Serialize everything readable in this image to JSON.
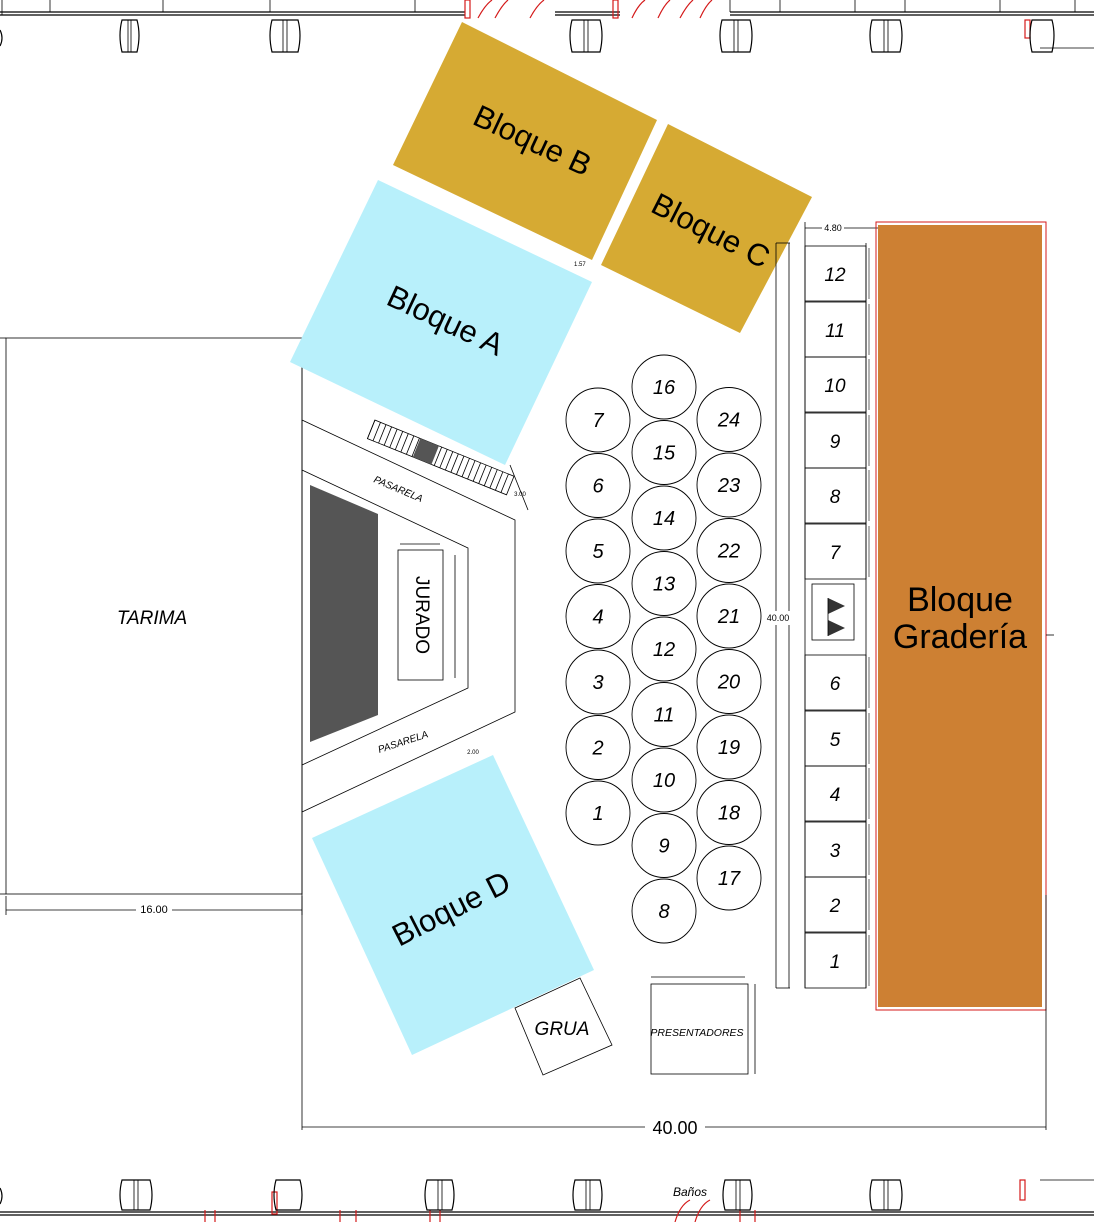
{
  "colors": {
    "block_light": "#b8f0fb",
    "block_gold": "#d6aa33",
    "block_orange": "#cd8033",
    "jurado_dark": "#555555"
  },
  "labels": {
    "block_a": "Bloque A",
    "block_b": "Bloque B",
    "block_c": "Bloque C",
    "block_d": "Bloque D",
    "graderia_line1": "Bloque",
    "graderia_line2": "Gradería",
    "tarima": "TARIMA",
    "jurado": "JURADO",
    "pasarela_top": "PASARELA",
    "pasarela_bottom": "PASARELA",
    "grua": "GRUA",
    "presentadores": "PRESENTADORES",
    "banos": "Baños"
  },
  "dimensions": {
    "bottom_width": "40.00",
    "tarima_width": "16.00",
    "side_height": "40.00",
    "graderia_width": "4.80",
    "gap_ab": "1.57",
    "pasarela_w": "3.00",
    "pasarela_gap": "2.00"
  },
  "tables": [
    {
      "n": "1"
    },
    {
      "n": "2"
    },
    {
      "n": "3"
    },
    {
      "n": "4"
    },
    {
      "n": "5"
    },
    {
      "n": "6"
    },
    {
      "n": "7"
    },
    {
      "n": "8"
    },
    {
      "n": "9"
    },
    {
      "n": "10"
    },
    {
      "n": "11"
    },
    {
      "n": "12"
    },
    {
      "n": "13"
    },
    {
      "n": "14"
    },
    {
      "n": "15"
    },
    {
      "n": "16"
    },
    {
      "n": "17"
    },
    {
      "n": "18"
    },
    {
      "n": "19"
    },
    {
      "n": "20"
    },
    {
      "n": "21"
    },
    {
      "n": "22"
    },
    {
      "n": "23"
    },
    {
      "n": "24"
    }
  ],
  "boxes": [
    {
      "n": "12"
    },
    {
      "n": "11"
    },
    {
      "n": "10"
    },
    {
      "n": "9"
    },
    {
      "n": "8"
    },
    {
      "n": "7"
    },
    {
      "n": "6"
    },
    {
      "n": "5"
    },
    {
      "n": "4"
    },
    {
      "n": "3"
    },
    {
      "n": "2"
    },
    {
      "n": "1"
    }
  ]
}
